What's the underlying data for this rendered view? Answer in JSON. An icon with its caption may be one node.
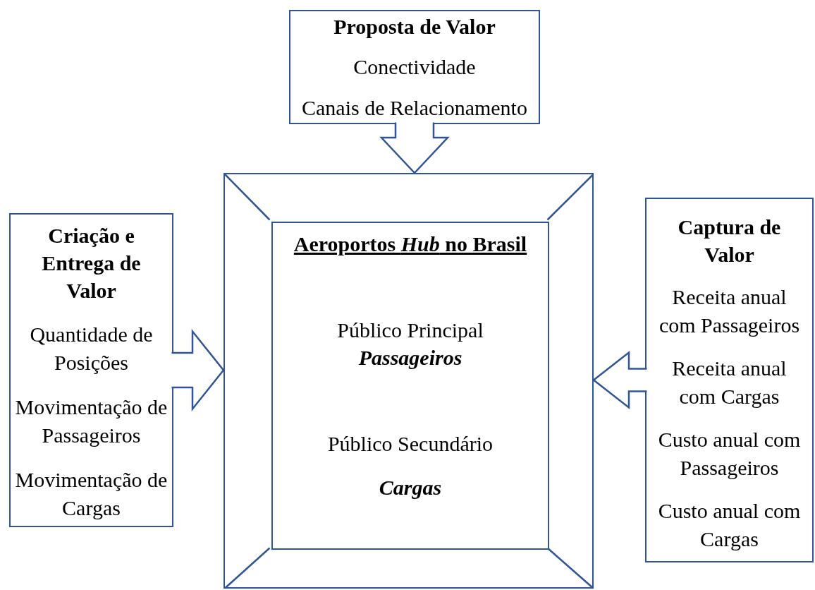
{
  "diagram": {
    "nodes": [
      {
        "text": [
          "Proposta de Valor",
          "Conectividade",
          "Canais de Relacionamento"
        ]
      },
      {
        "text": [
          "Criação e Entrega de Valor",
          "Quantidade de Posições",
          "Movimentação de Passageiros",
          "Movimentação de Cargas"
        ]
      },
      {
        "text": [],
        "shape": "box"
      },
      {
        "text": [
          "Aeroportos *Hub* no Brasil",
          "Público Principal",
          "Passageiros",
          "Público Secundário",
          "Cargas"
        ],
        "in": 2
      },
      {
        "text": [
          "Captura de Valor",
          "Receita anual com Passageiros",
          "Receita anual com Cargas",
          "Custo anual com Passageiros",
          "Custo anual com Cargas"
        ]
      }
    ],
    "edges": [
      {
        "from": 0,
        "to": 2,
        "arrow": "to"
      },
      {
        "from": 1,
        "to": 2,
        "arrow": "to"
      },
      {
        "from": 4,
        "to": 2,
        "arrow": "to"
      }
    ]
  }
}
